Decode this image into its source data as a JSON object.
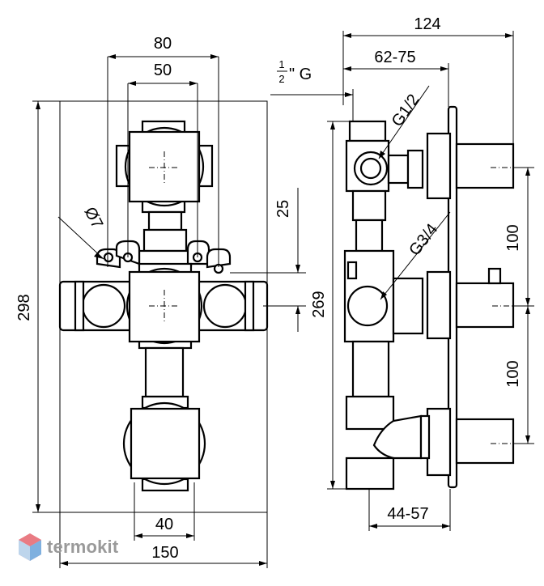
{
  "front_view": {
    "dim_width_top": "80",
    "dim_spacing_top": "50",
    "dim_hole": "Ø7",
    "dim_height": "298",
    "dim_spacing_bottom": "40",
    "dim_width_bottom": "150"
  },
  "side_view": {
    "dim_depth_total": "124",
    "dim_depth_range": "62-75",
    "thread_note_fraction_num": "1",
    "thread_note_fraction_den": "2",
    "thread_note_suffix": "\" G",
    "thread_g12": "G1/2",
    "thread_g34": "G3/4",
    "dim_offset": "25",
    "dim_body_height": "269",
    "dim_spacing_upper": "100",
    "dim_spacing_lower": "100",
    "dim_plate_range": "44-57"
  },
  "watermark": {
    "brand_text": "termokit"
  }
}
